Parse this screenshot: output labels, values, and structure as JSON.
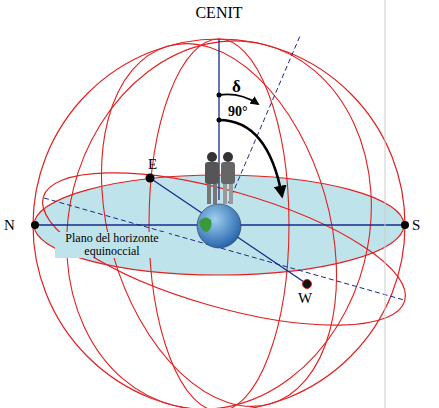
{
  "diagram": {
    "labels": [
      "CENIT",
      "δ",
      "90°",
      "E",
      "N",
      "S",
      "W",
      "Plano del horizonte equinoccial"
    ]
  }
}
